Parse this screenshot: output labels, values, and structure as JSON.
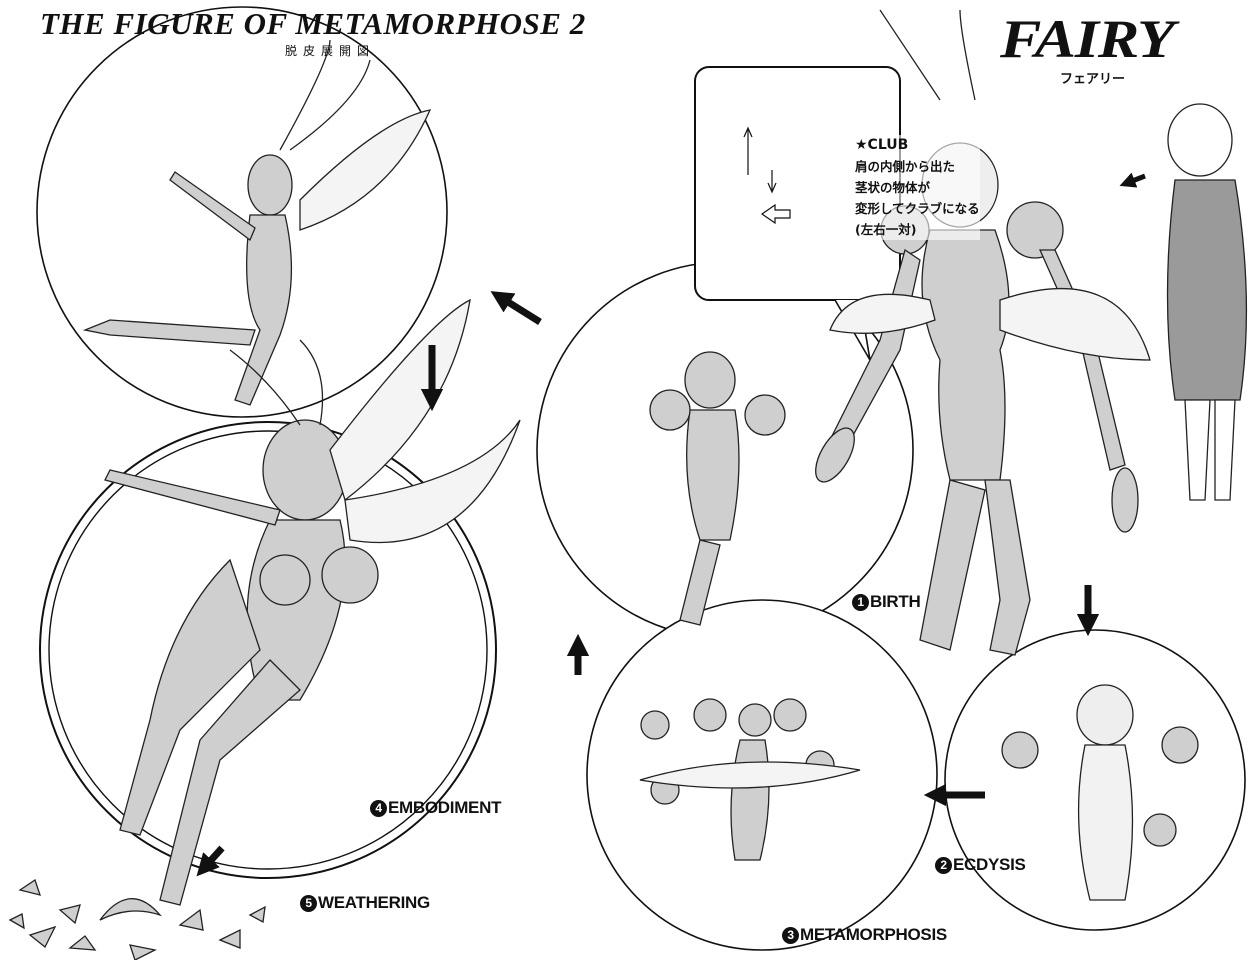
{
  "header": {
    "title": "THE FIGURE OF METAMORPHOSE 2",
    "subtitle": "脱皮展開図"
  },
  "logo": {
    "text": "FAIRY",
    "kana": "フェアリー"
  },
  "club_note": {
    "heading": "★CLUB",
    "lines": [
      "肩の内側から出た",
      "茎状の物体が",
      "変形してクラブになる",
      "(左右一対)"
    ]
  },
  "stages": [
    {
      "number": "1",
      "label": "BIRTH"
    },
    {
      "number": "2",
      "label": "ECDYSIS"
    },
    {
      "number": "3",
      "label": "METAMORPHOSIS"
    },
    {
      "number": "4",
      "label": "EMBODIMENT"
    },
    {
      "number": "5",
      "label": "WEATHERING"
    }
  ],
  "colors": {
    "ink": "#111111",
    "paper": "#ffffff",
    "tone": "#bdbdbd"
  }
}
